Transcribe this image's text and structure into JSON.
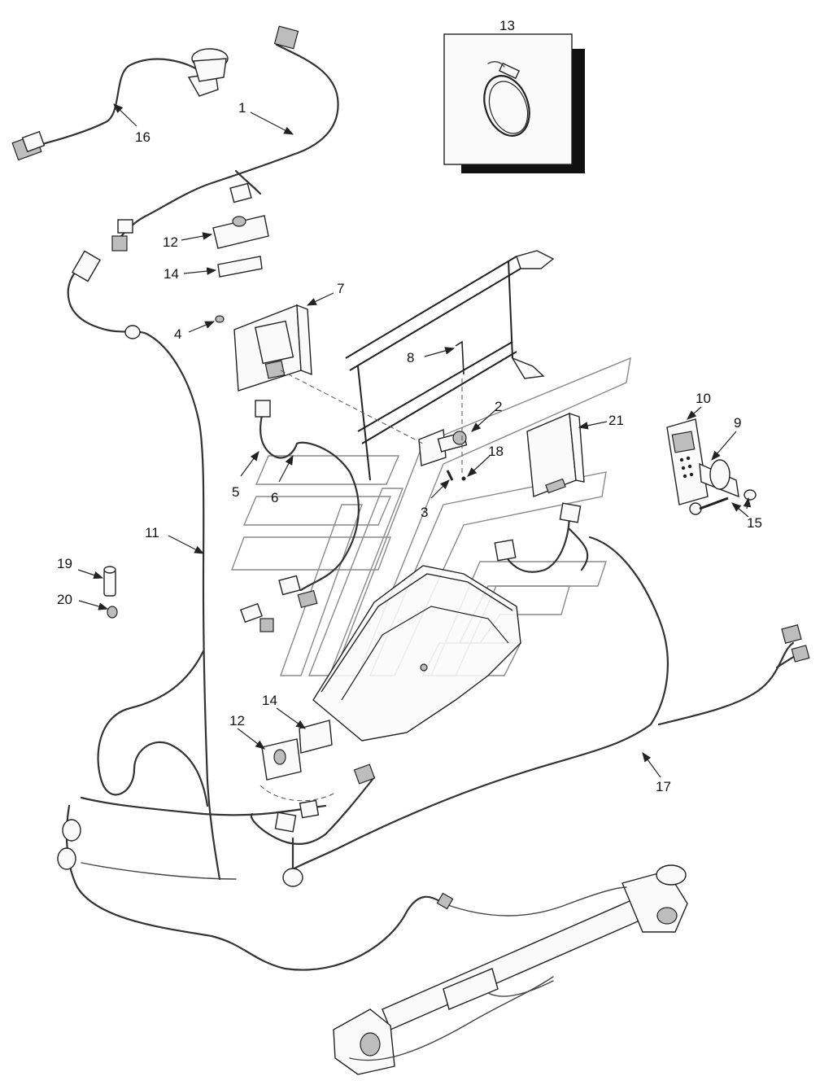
{
  "diagram": {
    "callouts": [
      "1",
      "2",
      "3",
      "4",
      "5",
      "6",
      "7",
      "8",
      "9",
      "10",
      "11",
      "12",
      "12",
      "13",
      "14",
      "14",
      "15",
      "16",
      "17",
      "18",
      "19",
      "20",
      "21"
    ]
  },
  "inset": {
    "label": "13"
  }
}
